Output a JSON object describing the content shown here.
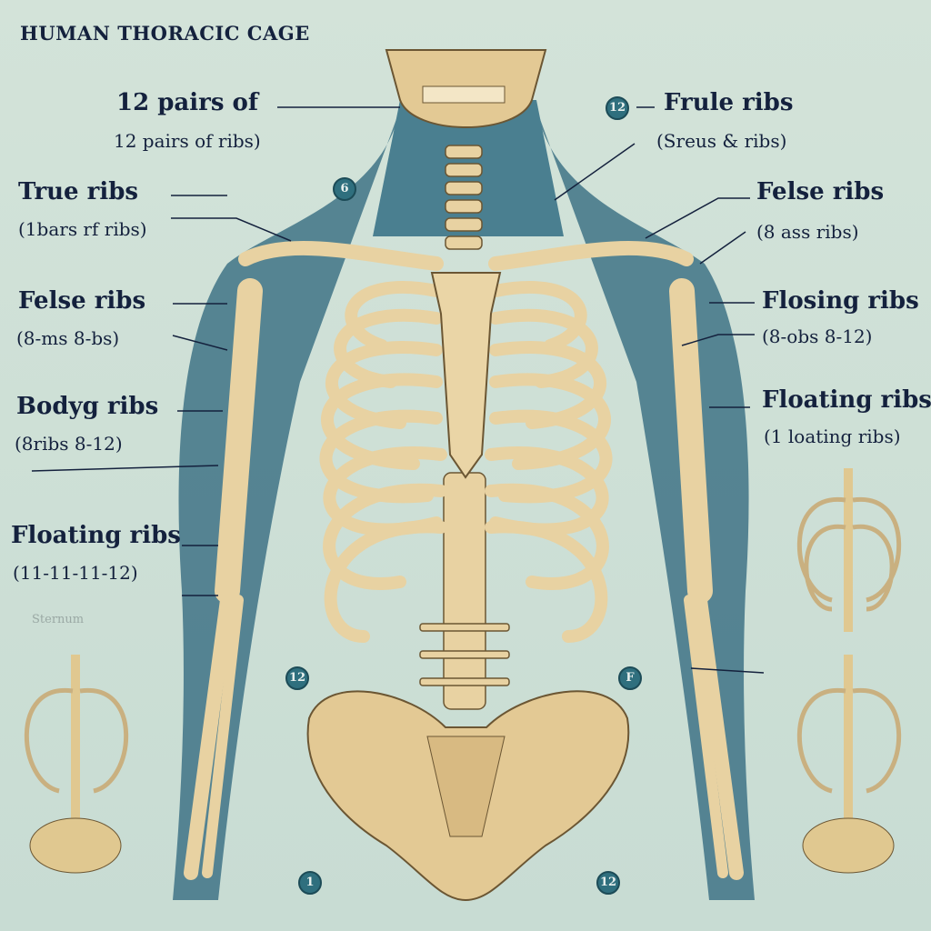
{
  "title": "HUMAN THORACIC CAGE",
  "left_labels": [
    {
      "heading": "12 pairs of",
      "sub": "12 pairs of ribs)"
    },
    {
      "heading": "True ribs",
      "sub": "(1bars rf ribs)"
    },
    {
      "heading": "Felse ribs",
      "sub": "(8-ms 8-bs)"
    },
    {
      "heading": "Bodyg ribs",
      "sub": "(8ribs 8-12)"
    },
    {
      "heading": "Floating ribs",
      "sub": "(11-11-11-12)"
    }
  ],
  "left_faint": "Sternum",
  "right_labels": [
    {
      "heading": "Frule ribs",
      "sub": "(Sreus & ribs)"
    },
    {
      "heading": "Felse ribs",
      "sub": "(8 ass ribs)"
    },
    {
      "heading": "Flosing ribs",
      "sub": "(8-obs 8-12)"
    },
    {
      "heading": "Floating ribs",
      "sub": "(1 loating ribs)"
    }
  ],
  "badges": [
    "12",
    "6",
    "12",
    "F",
    "1",
    "12"
  ],
  "colors": {
    "background": "#cfe0d6",
    "bone": "#e8d2a2",
    "muscle": "#3f7386",
    "ink": "#14213d"
  }
}
